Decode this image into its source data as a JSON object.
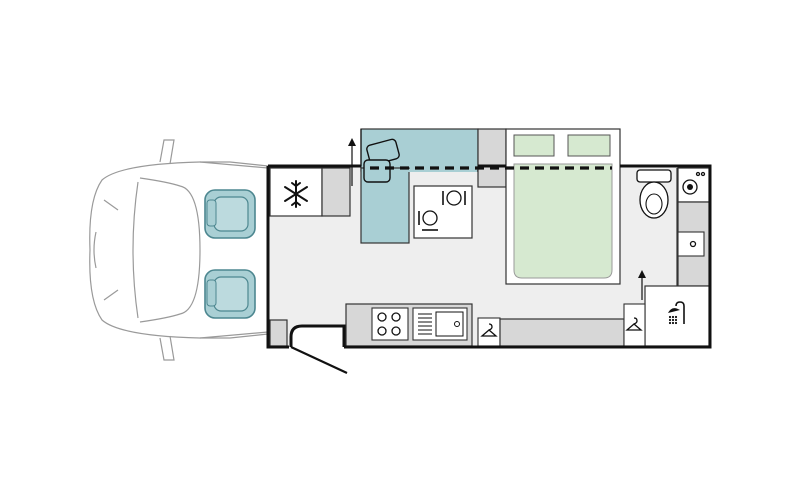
{
  "palette": {
    "floor": "#eeeeee",
    "seat_teal": "#a9cfd4",
    "seat_teal_dark": "#4d8790",
    "bed_green": "#d6e9d0",
    "bed_outline": "#9a9a9a",
    "cupboard_grey": "#d7d7d7",
    "wall": "#111111",
    "cab_outline": "#9a9a9a"
  },
  "layout_elements": {
    "cab": [
      "driver-seat",
      "passenger-seat",
      "cab-outline"
    ],
    "habitation": [
      "fridge",
      "dinette",
      "dining-table",
      "double-bed",
      "kitchen-hob",
      "kitchen-sink",
      "wardrobe",
      "toilet",
      "washbasin",
      "shower"
    ]
  },
  "icons": {
    "fridge": "snowflake-icon",
    "dining": "plate-cutlery-icon",
    "wardrobe": "hanger-icon",
    "shower": "shower-icon",
    "toilet": "toilet-icon",
    "washbasin": "washbasin-icon",
    "hob": "hob-burners-icon",
    "sink": "sink-drainer-icon",
    "berth": "bed-conversion-dashed-line",
    "seatbelt_direction": "forward-arrow-icon"
  }
}
